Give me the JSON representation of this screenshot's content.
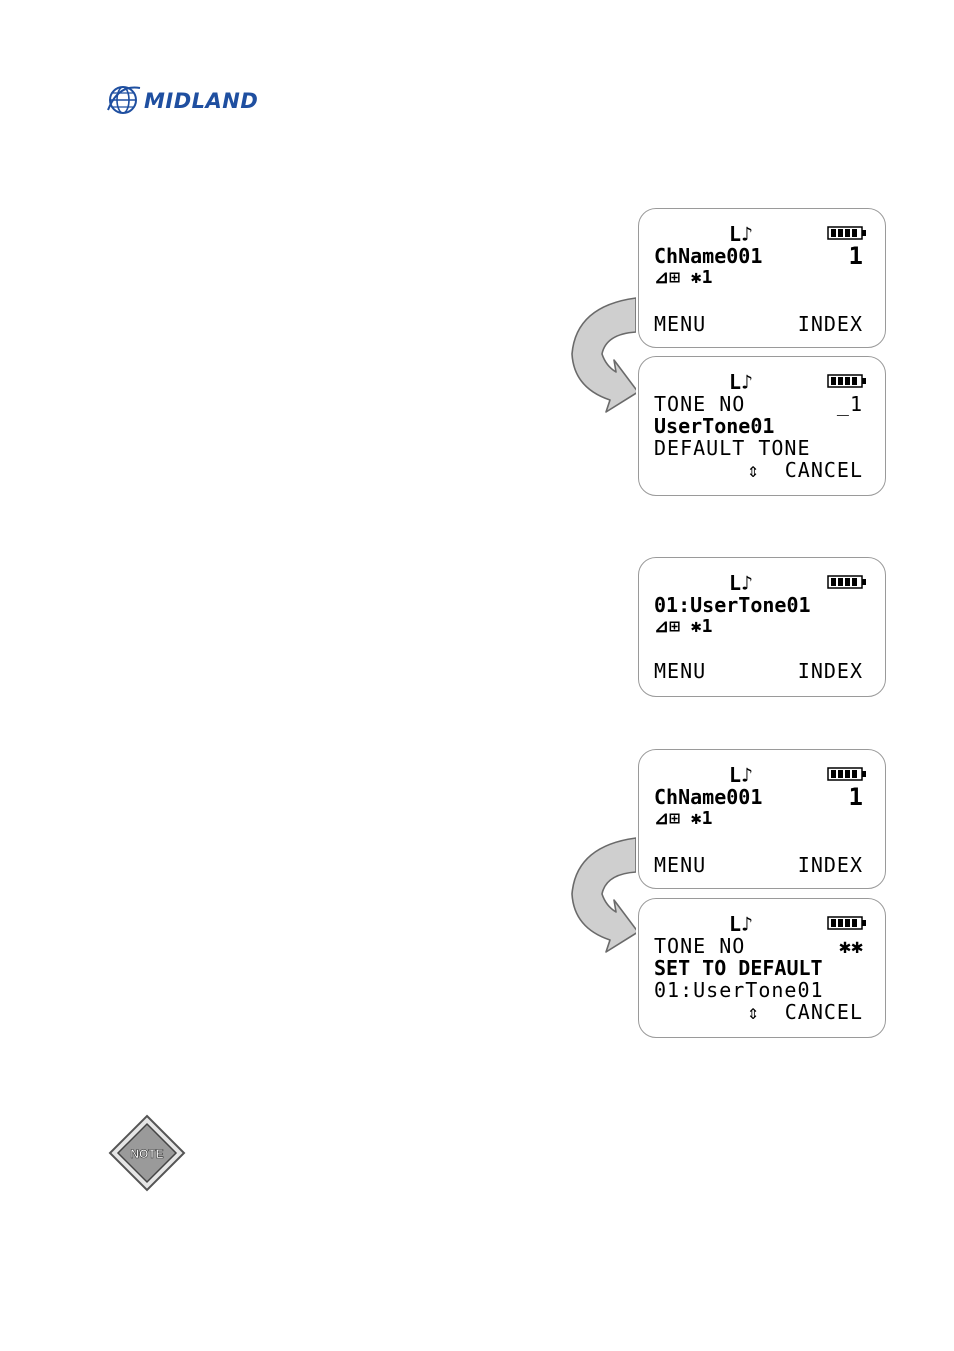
{
  "logo": {
    "text": "MIDLAND"
  },
  "screens": [
    {
      "status": "L♪",
      "line1": "ChName001",
      "line1_right": "1",
      "line2": "⊿⊞ ✱1",
      "line3": "",
      "soft_left": "MENU",
      "soft_right": "INDEX"
    },
    {
      "status": "L♪",
      "line1": "TONE NO",
      "line1_right": "_1",
      "line2": "UserTone01",
      "line3": "DEFAULT TONE",
      "soft_left": "⇕",
      "soft_right": "CANCEL"
    },
    {
      "status": "L♪",
      "line1": "01:UserTone01",
      "line1_right": "",
      "line2": "⊿⊞ ✱1",
      "line3": "",
      "soft_left": "MENU",
      "soft_right": "INDEX"
    },
    {
      "status": "L♪",
      "line1": "ChName001",
      "line1_right": "1",
      "line2": "⊿⊞ ✱1",
      "line3": "",
      "soft_left": "MENU",
      "soft_right": "INDEX"
    },
    {
      "status": "L♪",
      "line1": "TONE NO",
      "line1_right": "✱✱",
      "line2": "SET TO DEFAULT",
      "line3": "01:UserTone01",
      "soft_left": "⇕",
      "soft_right": "CANCEL"
    }
  ],
  "note": {
    "label": "NOTE"
  }
}
